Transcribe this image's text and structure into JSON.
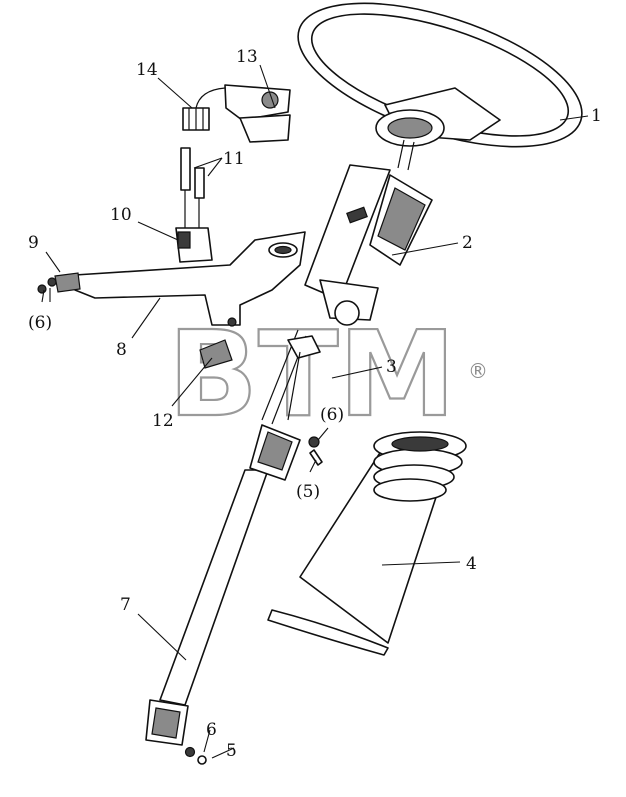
{
  "watermark": {
    "text": "BTM",
    "registered_mark": "®"
  },
  "labels": {
    "p1": "1",
    "p2": "2",
    "p3": "3",
    "p4": "4",
    "p5": "5",
    "p5b": "(5)",
    "p6": "6",
    "p6b": "(6)",
    "p6c": "(6)",
    "p7": "7",
    "p8": "8",
    "p9": "9",
    "p10": "10",
    "p11": "11",
    "p12": "12",
    "p13": "13",
    "p14": "14"
  }
}
